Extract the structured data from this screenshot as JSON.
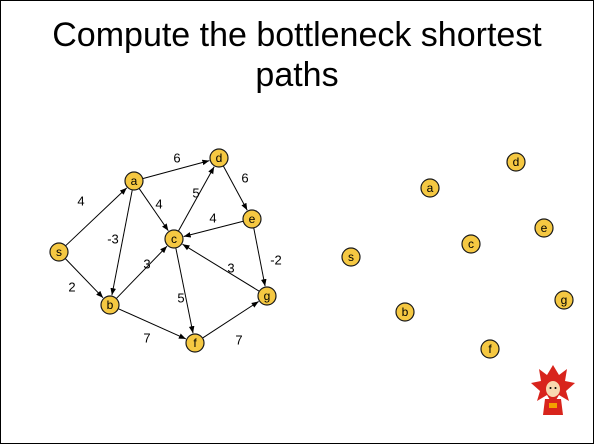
{
  "slide": {
    "title": "Compute the bottleneck shortest paths"
  },
  "graph": {
    "nodes": [
      {
        "id": "s",
        "label": "s"
      },
      {
        "id": "a",
        "label": "a"
      },
      {
        "id": "b",
        "label": "b"
      },
      {
        "id": "c",
        "label": "c"
      },
      {
        "id": "d",
        "label": "d"
      },
      {
        "id": "e",
        "label": "e"
      },
      {
        "id": "f",
        "label": "f"
      },
      {
        "id": "g",
        "label": "g"
      }
    ],
    "edges": [
      {
        "from": "s",
        "to": "a",
        "weight": "4"
      },
      {
        "from": "s",
        "to": "b",
        "weight": "2"
      },
      {
        "from": "a",
        "to": "d",
        "weight": "6"
      },
      {
        "from": "a",
        "to": "c",
        "weight": "4"
      },
      {
        "from": "a",
        "to": "b",
        "weight": "-3"
      },
      {
        "from": "b",
        "to": "c",
        "weight": "3"
      },
      {
        "from": "b",
        "to": "f",
        "weight": "7"
      },
      {
        "from": "c",
        "to": "d",
        "weight": "5"
      },
      {
        "from": "c",
        "to": "f",
        "weight": "5"
      },
      {
        "from": "d",
        "to": "e",
        "weight": "6"
      },
      {
        "from": "e",
        "to": "c",
        "weight": "4"
      },
      {
        "from": "e",
        "to": "g",
        "weight": "-2"
      },
      {
        "from": "g",
        "to": "c",
        "weight": "3"
      },
      {
        "from": "f",
        "to": "g",
        "weight": "7"
      }
    ]
  },
  "colors": {
    "node_fill": "#f5c842",
    "node_stroke": "#1a1a1a",
    "edge": "#000000"
  }
}
